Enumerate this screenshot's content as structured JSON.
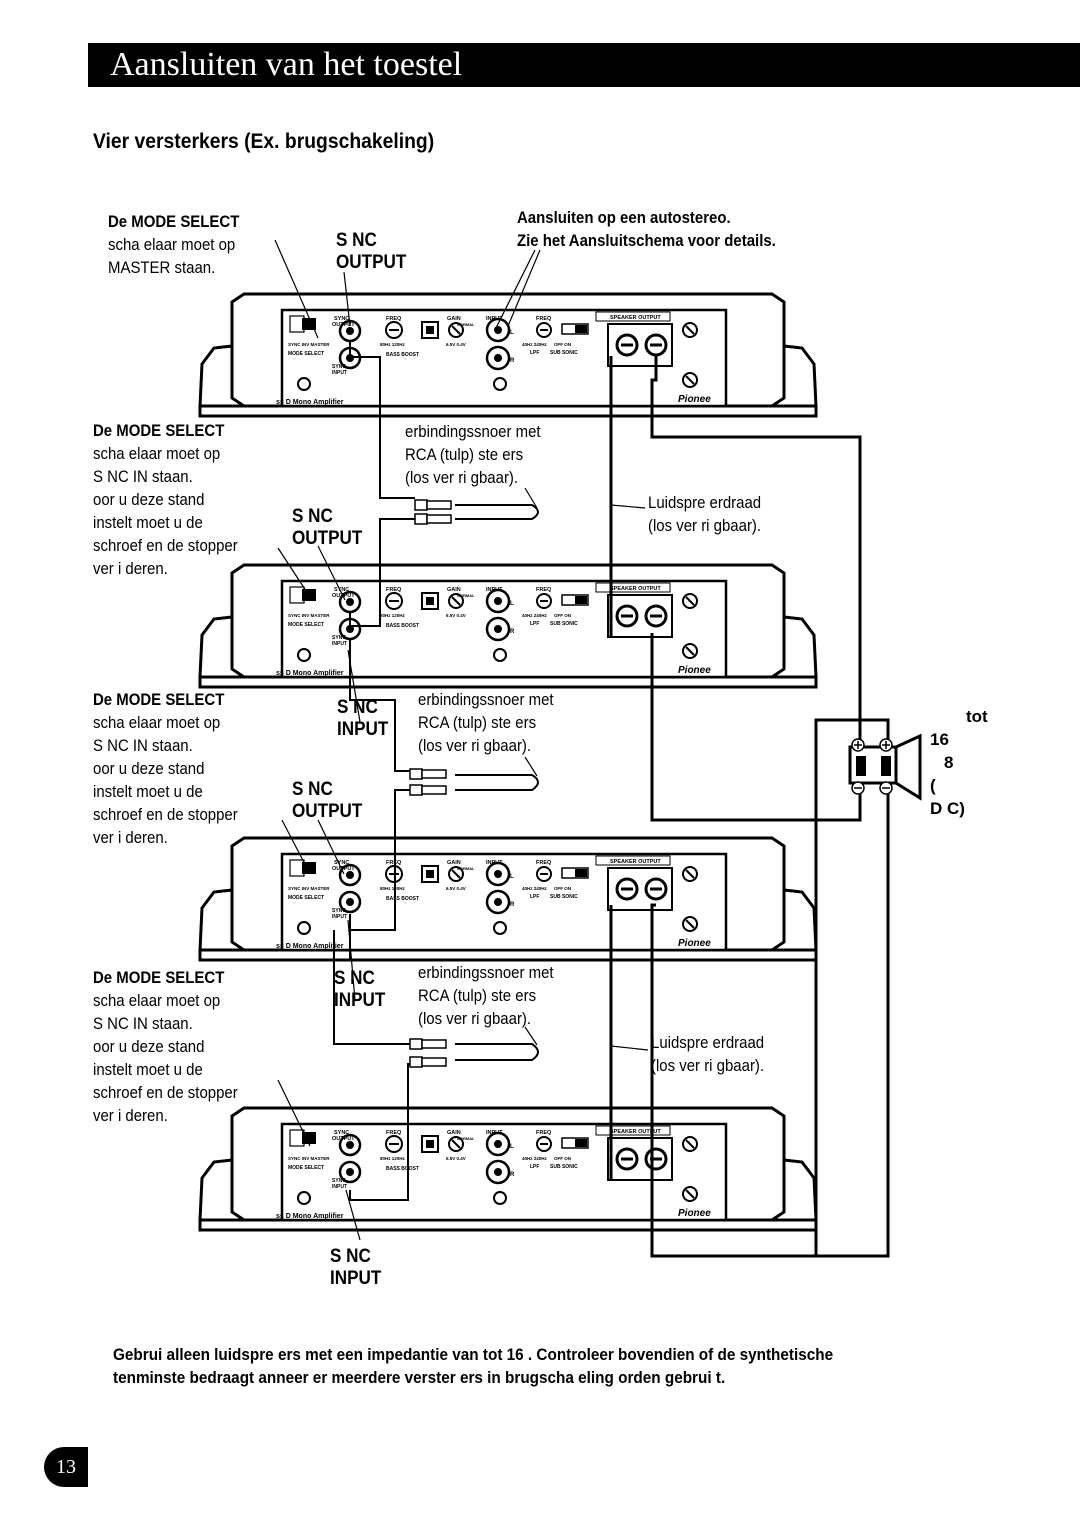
{
  "header": {
    "title": "Aansluiten van het toestel"
  },
  "section_title": "Vier versterkers (Ex. brugschakeling)",
  "top_labels": {
    "mode_master": [
      "De MODE SELECT",
      "scha  elaar moet op",
      "MASTER staan."
    ],
    "sync_output": [
      "S  NC",
      "OUTPUT"
    ],
    "stereo": [
      "Aansluiten op een autostereo.",
      "Zie het Aansluitschema  voor details."
    ]
  },
  "slave_labels": [
    [
      "De MODE SELECT",
      "scha  elaar moet op",
      "S  NC IN   staan.",
      "  oor u deze stand",
      "instelt  moet u de",
      "schroef en de stopper",
      "ver   i deren."
    ],
    [
      "De MODE SELECT",
      "scha  elaar moet op",
      "S  NC IN   staan.",
      "  oor u deze stand",
      "instelt  moet u de",
      "schroef en de stopper",
      "ver   i deren."
    ],
    [
      "De MODE SELECT",
      "scha  elaar moet op",
      "S  NC IN   staan.",
      "  oor u deze stand",
      "instelt  moet u de",
      "schroef en de stopper",
      "ver   i deren."
    ]
  ],
  "sync_labels": {
    "output_2": [
      "S  NC",
      "OUTPUT"
    ],
    "input_2": [
      "S  NC",
      "INPUT"
    ],
    "output_3": [
      "S  NC",
      "OUTPUT"
    ],
    "input_3": [
      "S  NC",
      "INPUT"
    ],
    "input_4": [
      "S  NC",
      "INPUT"
    ]
  },
  "cable_labels": [
    [
      "  erbindingssnoer met",
      "RCA (tulp) ste    ers",
      "(los ver   ri gbaar)."
    ],
    [
      "  erbindingssnoer met",
      "RCA (tulp) ste    ers",
      "(los ver   ri gbaar)."
    ],
    [
      "  erbindingssnoer met",
      "RCA (tulp) ste    ers",
      "(los ver   ri gbaar)."
    ]
  ],
  "speaker_wire_labels": [
    [
      "Luidspre   erdraad",
      "(los ver   ri gbaar)."
    ],
    [
      "Luidspre   erdraad",
      "(los ver   ri gbaar)."
    ]
  ],
  "speaker_label": [
    "tot",
    "16",
    "8",
    "(",
    "D  C)"
  ],
  "amp_panel": {
    "sync": "SYNC",
    "output": "OUTPUT",
    "input": "INPUT",
    "freq": "FREQ",
    "gain": "GAIN",
    "normal": "NORMAL",
    "mode_select": "MODE SELECT",
    "sync_inv_master": "SYNC INV  MASTER",
    "bass_boost": "BASS BOOST",
    "lpf": "LPF",
    "sub_sonic": "SUB SONIC",
    "speaker_output": "SPEAKER OUTPUT",
    "off_on": "OFF  ON",
    "hz": "40Hz  240Hz",
    "hz2": "80Hz  120Hz",
    "db": "6.5V  0.4V",
    "l": "L",
    "r": "R",
    "model": "ss D Mono Amplifier",
    "brand": "Pionee"
  },
  "footer_note": [
    "Gebrui   alleen luidspre   ers met een impedantie van       tot 16     . Controleer bovendien of de synthetische",
    "tenminste         bedraagt     anneer er meerdere verster   ers in brugscha   eling     orden gebrui   t."
  ],
  "page_number": "13"
}
